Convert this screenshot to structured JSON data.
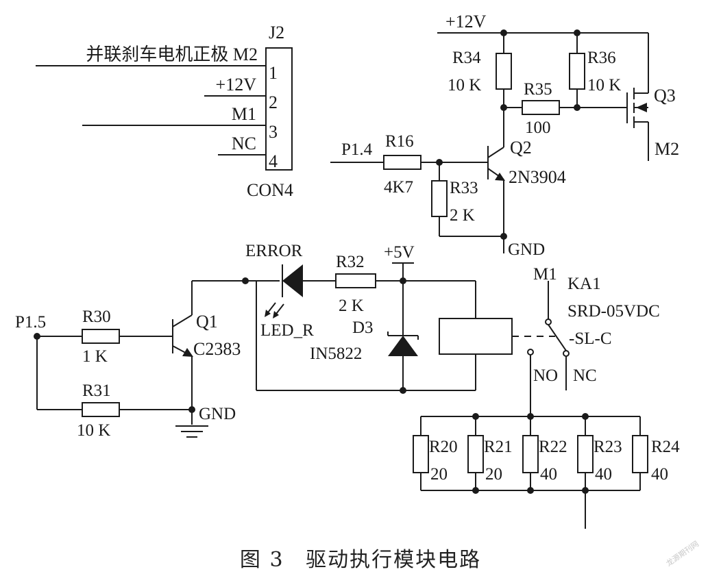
{
  "connector": {
    "ref": "J2",
    "model": "CON4",
    "pins": [
      "1",
      "2",
      "3",
      "4"
    ],
    "signals": [
      "并联刹车电机正极 M2",
      "+12V",
      "M1",
      "NC"
    ]
  },
  "power": {
    "vcc12": "+12V",
    "vcc5": "+5V",
    "gnd_top": "GND",
    "gnd_bottom": "GND"
  },
  "ports": {
    "p14": "P1.4",
    "p15": "P1.5"
  },
  "resistors": {
    "r16": {
      "ref": "R16",
      "value": "4K7"
    },
    "r30": {
      "ref": "R30",
      "value": "1 K"
    },
    "r31": {
      "ref": "R31",
      "value": "10 K"
    },
    "r32": {
      "ref": "R32",
      "value": "2 K"
    },
    "r33": {
      "ref": "R33",
      "value": "2 K"
    },
    "r34": {
      "ref": "R34",
      "value": "10 K"
    },
    "r35": {
      "ref": "R35",
      "value": "100"
    },
    "r36": {
      "ref": "R36",
      "value": "10 K"
    },
    "r20": {
      "ref": "R20",
      "value": "20"
    },
    "r21": {
      "ref": "R21",
      "value": "20"
    },
    "r22": {
      "ref": "R22",
      "value": "40"
    },
    "r23": {
      "ref": "R23",
      "value": "40"
    },
    "r24": {
      "ref": "R24",
      "value": "40"
    }
  },
  "transistors": {
    "q1": {
      "ref": "Q1",
      "model": "C2383"
    },
    "q2": {
      "ref": "Q2",
      "model": "2N3904"
    },
    "q3": {
      "ref": "Q3"
    }
  },
  "led": {
    "name": "ERROR",
    "ref": "LED_R"
  },
  "diode": {
    "ref": "D3",
    "model": "IN5822"
  },
  "relay": {
    "ref": "KA1",
    "model_line1": "SRD-05VDC",
    "model_line2": "-SL-C",
    "common": "M1",
    "no": "NO",
    "nc": "NC"
  },
  "motor": {
    "label": "M2"
  },
  "caption": {
    "figure": "图 3",
    "title": "驱动执行模块电路"
  },
  "watermark": "龙源期刊网"
}
